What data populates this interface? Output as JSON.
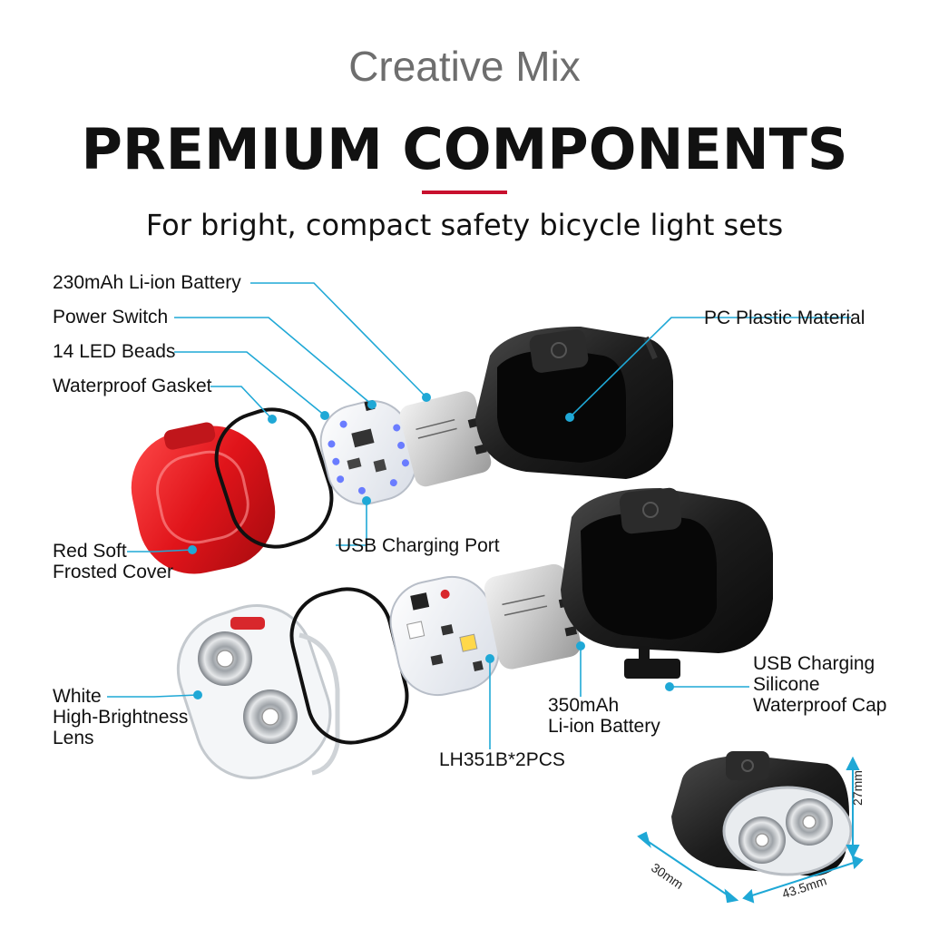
{
  "header": {
    "brand": "Creative Mix",
    "title": "PREMIUM COMPONENTS",
    "subtitle": "For bright, compact safety bicycle light sets"
  },
  "labels": {
    "battery_230": "230mAh Li-ion Battery",
    "power_switch": "Power Switch",
    "led_beads": "14 LED Beads",
    "gasket": "Waterproof Gasket",
    "pc_plastic": "PC Plastic Material",
    "usb_port": "USB Charging Port",
    "red_cover_1": "Red Soft",
    "red_cover_2": "Frosted Cover",
    "usb_cap_1": "USB Charging",
    "usb_cap_2": "Silicone",
    "usb_cap_3": "Waterproof Cap",
    "white_lens_1": "White",
    "white_lens_2": "High-Brightness",
    "white_lens_3": "Lens",
    "battery_350_1": "350mAh",
    "battery_350_2": "Li-ion Battery",
    "lh351b": "LH351B*2PCS"
  },
  "dimensions": {
    "height": "27mm",
    "width": "43.5mm",
    "depth": "30mm"
  },
  "colors": {
    "accent": "#c8102e",
    "callout": "#1fa8d6",
    "text": "#111111",
    "brand_gray": "#6e6e6e"
  }
}
